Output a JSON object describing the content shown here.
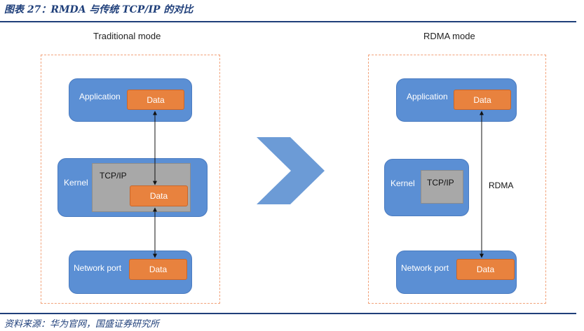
{
  "figure_title": "图表 27：RMDA 与传统 TCP/IP 的对比",
  "source_note": "资料来源：华为官网，国盛证券研究所",
  "traditional": {
    "title": "Traditional mode",
    "application_label": "Application",
    "kernel_label": "Kernel",
    "tcpip_label": "TCP/IP",
    "network_port_label": "Network port",
    "data_label": "Data"
  },
  "rdma": {
    "title": "RDMA mode",
    "application_label": "Application",
    "kernel_label": "Kernel",
    "tcpip_label": "TCP/IP",
    "network_port_label": "Network port",
    "data_label": "Data",
    "link_label": "RDMA"
  },
  "colors": {
    "layer_blue": "#5b8fd4",
    "data_orange": "#e8823e",
    "tcpip_gray": "#a8a8a8",
    "panel_border": "#f2a27a",
    "chevron_blue": "#6c9bd6",
    "rule_navy": "#1f3f7a"
  }
}
